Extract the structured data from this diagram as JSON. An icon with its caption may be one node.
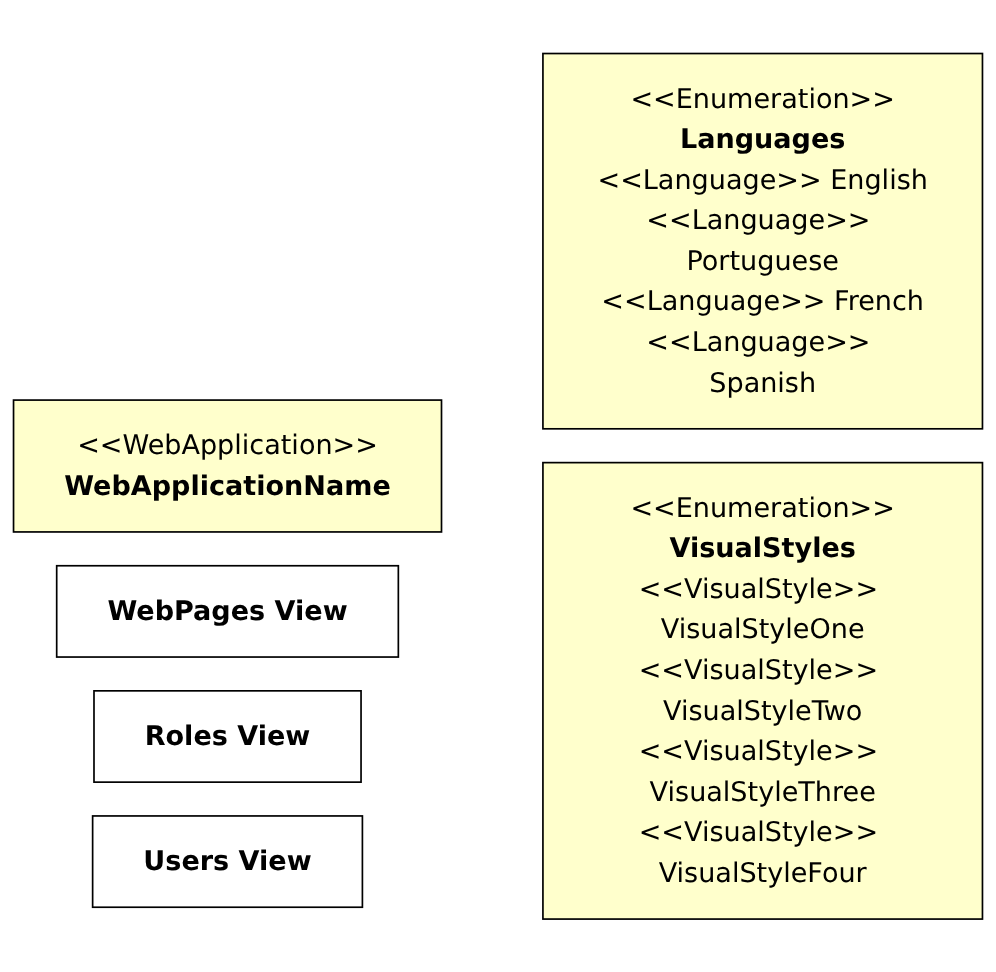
{
  "diagram": {
    "nodes": [
      {
        "text": [
          "<<WebApplication>>",
          "WebApplicationName"
        ]
      },
      {
        "text": [
          "<<Enumeration>>",
          "Languages",
          "<<Language>> English",
          "<<Language>> Portuguese",
          "<<Language>> French",
          "<<Language>> Spanish"
        ]
      },
      {
        "text": [
          "<<Enumeration>>",
          "VisualStyles",
          "<<VisualStyle>> VisualStyleOne",
          "<<VisualStyle>> VisualStyleTwo",
          "<<VisualStyle>> VisualStyleThree",
          "<<VisualStyle>> VisualStyleFour"
        ]
      },
      {
        "text": [
          "WebPages View"
        ]
      },
      {
        "text": [
          "Roles View"
        ]
      },
      {
        "text": [
          "Users View"
        ]
      }
    ],
    "edges": []
  }
}
